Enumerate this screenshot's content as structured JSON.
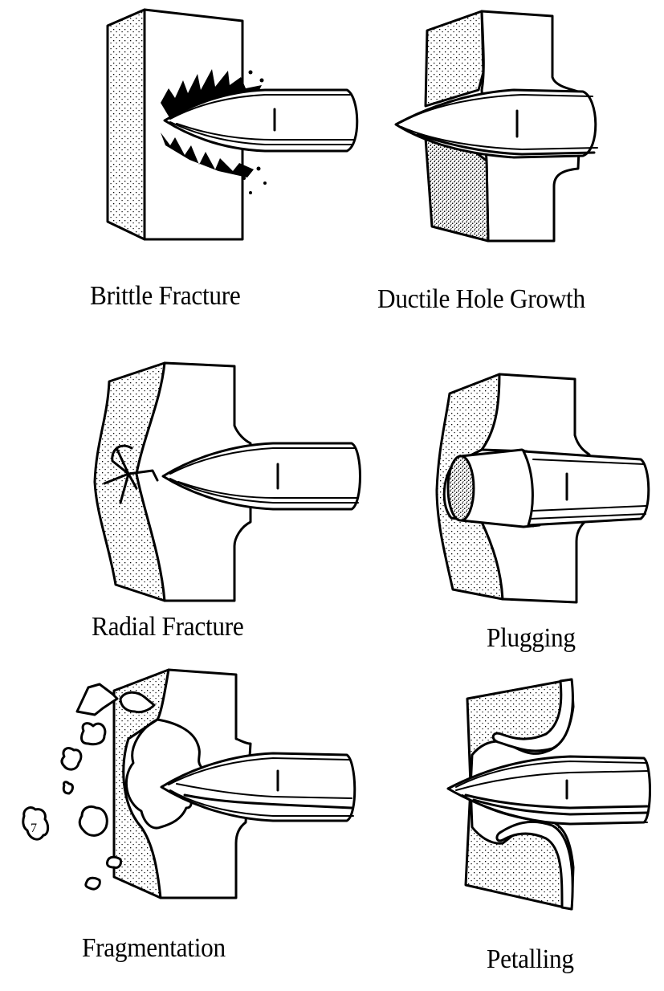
{
  "figure": {
    "panels": [
      {
        "id": "brittle-fracture",
        "caption": "Brittle Fracture"
      },
      {
        "id": "ductile-hole-growth",
        "caption": "Ductile Hole Growth"
      },
      {
        "id": "radial-fracture",
        "caption": "Radial Fracture"
      },
      {
        "id": "plugging",
        "caption": "Plugging"
      },
      {
        "id": "fragmentation",
        "caption": "Fragmentation"
      },
      {
        "id": "petalling",
        "caption": "Petalling"
      }
    ]
  }
}
